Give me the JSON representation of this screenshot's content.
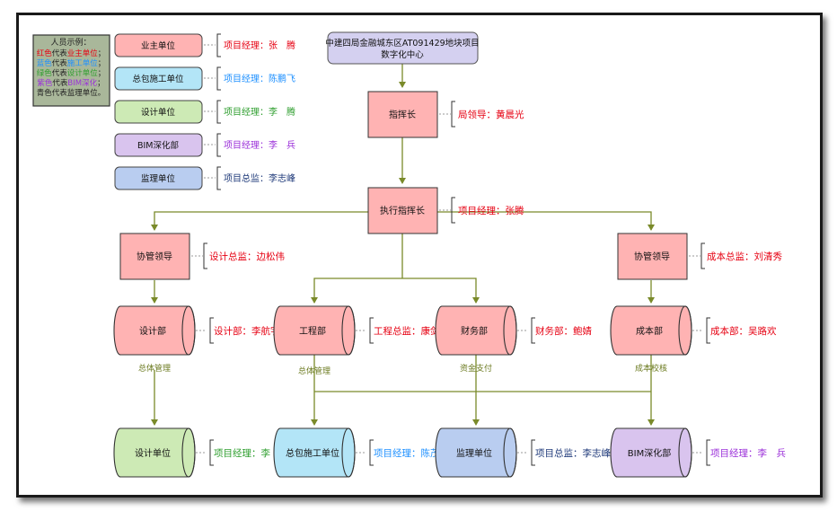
{
  "legend": {
    "title": "人员示例：",
    "lines": [
      [
        {
          "text": "红色",
          "color": "#e60012"
        },
        {
          "text": "代表",
          "color": "#222222"
        },
        {
          "text": "业主单位",
          "color": "#e60012"
        },
        {
          "text": "；",
          "color": "#222222"
        }
      ],
      [
        {
          "text": "蓝色",
          "color": "#1e90ff"
        },
        {
          "text": "代表",
          "color": "#222222"
        },
        {
          "text": "施工单位",
          "color": "#1e90ff"
        },
        {
          "text": "；",
          "color": "#222222"
        }
      ],
      [
        {
          "text": "绿色",
          "color": "#2e9e2e"
        },
        {
          "text": "代表",
          "color": "#222222"
        },
        {
          "text": "设计单位",
          "color": "#2e9e2e"
        },
        {
          "text": "；",
          "color": "#222222"
        }
      ],
      [
        {
          "text": "紫色",
          "color": "#9b30d9"
        },
        {
          "text": "代表",
          "color": "#222222"
        },
        {
          "text": "BIM深化",
          "color": "#9b30d9"
        },
        {
          "text": "；",
          "color": "#222222"
        }
      ],
      [
        {
          "text": "青色代表监理单位。",
          "color": "#222222"
        }
      ]
    ]
  },
  "units": [
    {
      "label": "业主单位",
      "fill": "#ffb3b3",
      "person": "项目经理：张　腾",
      "person_color": "#e60012"
    },
    {
      "label": "总包施工单位",
      "fill": "#b3e5f7",
      "person": "项目经理：陈鹏飞",
      "person_color": "#1e90ff"
    },
    {
      "label": "设计单位",
      "fill": "#cdeab5",
      "person": "项目经理：李　腾",
      "person_color": "#2e9e2e"
    },
    {
      "label": "BIM深化部",
      "fill": "#d9c4ee",
      "person": "项目经理：李　兵",
      "person_color": "#9b30d9"
    },
    {
      "label": "监理单位",
      "fill": "#b9cdf0",
      "person": "项目总监：李志峰",
      "person_color": "#1f3a7a"
    }
  ],
  "org": {
    "center_line1": "中建四局金融城东区AT091429地块项目",
    "center_line2": "数字化中心",
    "commander": "指挥长",
    "commander_person": "局领导：黄晨光",
    "exec": "执行指挥长",
    "exec_person": "项目经理：张腾",
    "coord_left": "协管领导",
    "coord_left_person": "设计总监：边松伟",
    "coord_right": "协管领导",
    "coord_right_person": "成本总监：刘清秀",
    "dept_design": "设计部",
    "dept_design_person": "设计部：李航宇",
    "dept_design_note": "总体管理",
    "dept_eng": "工程部",
    "dept_eng_person": "工程总监：康剑秋",
    "dept_eng_note": "总体管理",
    "dept_fin": "财务部",
    "dept_fin_person": "财务部：鲍婧",
    "dept_fin_note": "资金支付",
    "dept_cost": "成本部",
    "dept_cost_person": "成本部：吴路欢",
    "dept_cost_note": "成本校核",
    "bot_design": "设计单位",
    "bot_design_person": "项目经理：李　腾",
    "bot_gc": "总包施工单位",
    "bot_gc_person": "项目经理：陈茂松",
    "bot_sup": "监理单位",
    "bot_sup_person": "项目总监：李志峰",
    "bot_bim": "BIM深化部",
    "bot_bim_person": "项目经理：李　兵"
  },
  "colors": {
    "red": "#e60012",
    "blue": "#1e90ff",
    "green": "#2e9e2e",
    "purple": "#9b30d9",
    "navy": "#1f3a7a",
    "connector": "#7a8a2a",
    "pink_fill": "#ffb3b3",
    "center_fill": "#d4d0f0"
  }
}
